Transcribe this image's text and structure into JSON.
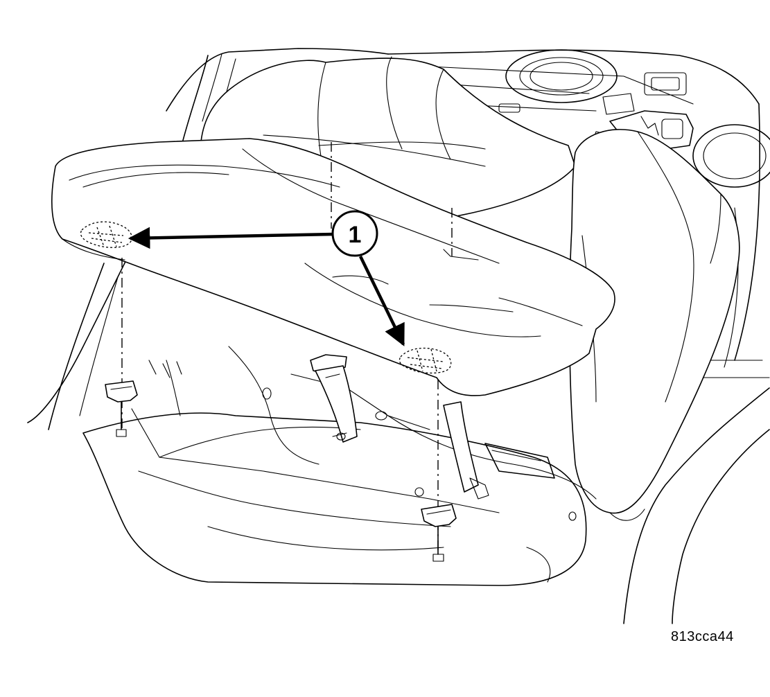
{
  "diagram": {
    "callout": {
      "number": "1"
    },
    "figure_ref": "813cca44",
    "colors": {
      "line": "#000000",
      "background": "#ffffff"
    },
    "icons": [
      "seat-cushion",
      "hook-loop-fastener-patch",
      "retainer-clip",
      "seat-belt-buckle",
      "seat-back"
    ]
  }
}
